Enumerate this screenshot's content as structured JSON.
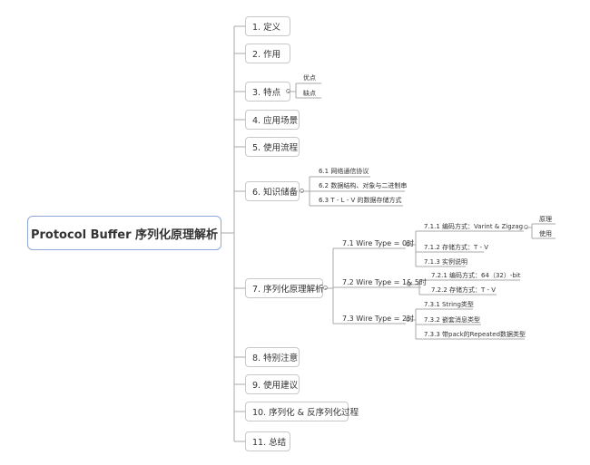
{
  "root": {
    "title": "Protocol Buffer 序列化原理解析"
  },
  "sections": [
    {
      "label": "1. 定义"
    },
    {
      "label": "2. 作用"
    },
    {
      "label": "3. 特点",
      "children": [
        "优点",
        "缺点"
      ]
    },
    {
      "label": "4. 应用场景"
    },
    {
      "label": "5. 使用流程"
    },
    {
      "label": "6. 知识储备",
      "children": [
        "6.1 网络通信协议",
        "6.2 数据结构、对象与二进制串",
        "6.3 T - L - V 的数据存储方式"
      ]
    },
    {
      "label": "7. 序列化原理解析",
      "children": [
        {
          "label": "7.1 Wire Type = 0时",
          "children": [
            {
              "label": "7.1.1 编码方式：Varint & Zigzag",
              "children": [
                "原理",
                "使用"
              ]
            },
            {
              "label": "7.1.2 存储方式：T - V"
            },
            {
              "label": "7.1.3 实例说明"
            }
          ]
        },
        {
          "label": "7.2 Wire Type = 1& 5时",
          "children": [
            {
              "label": "7.2.1 编码方式：64（32）-bit"
            },
            {
              "label": "7.2.2 存储方式：T - V"
            }
          ]
        },
        {
          "label": "7.3 Wire Type = 2时",
          "children": [
            {
              "label": "7.3.1 String类型"
            },
            {
              "label": "7.3.2 嵌套消息类型"
            },
            {
              "label": "7.3.3 带pack的Repeated数据类型"
            }
          ]
        }
      ]
    },
    {
      "label": "8. 特别注意"
    },
    {
      "label": "9. 使用建议"
    },
    {
      "label": "10. 序列化 & 反序列化过程"
    },
    {
      "label": "11. 总结"
    }
  ]
}
